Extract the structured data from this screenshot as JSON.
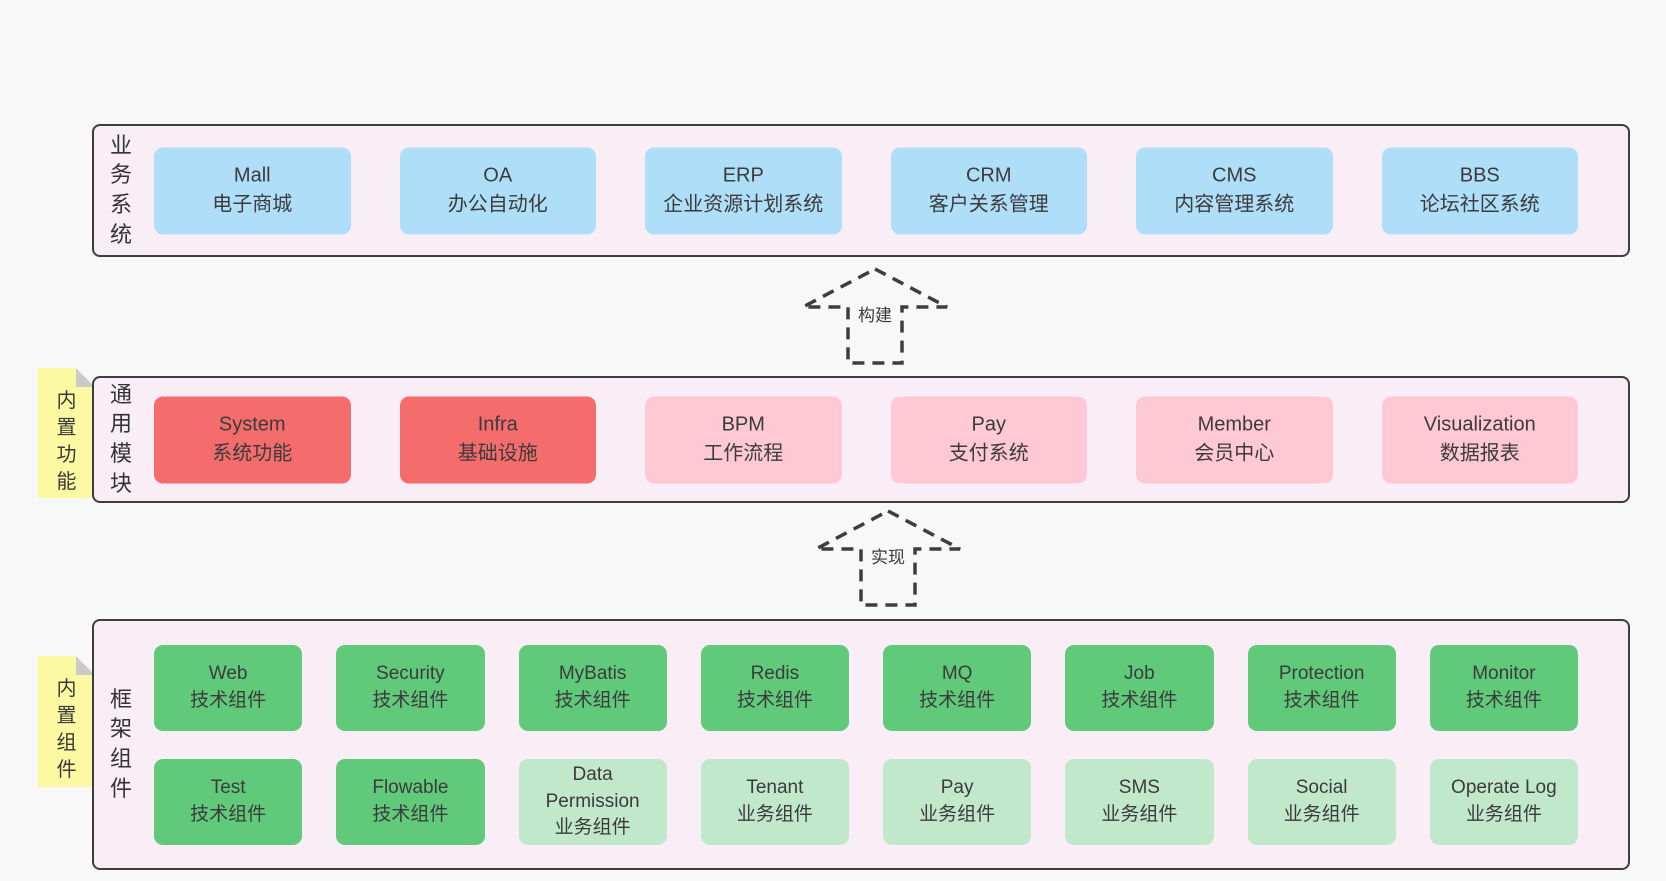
{
  "colors": {
    "page_bg": "#f8f8f8",
    "band_bg": "#f9edf6",
    "band_border": "#3d3d3d",
    "box_blue": "#afdef9",
    "box_red": "#f56c6c",
    "box_pink": "#fec9d4",
    "box_green": "#61c97a",
    "box_green_light": "#c2e8cb",
    "note_yellow": "#fbf9a1",
    "note_fold_gray": "#c9c9c9",
    "text": "#3b3b3b"
  },
  "business_band": {
    "label": "业务系统",
    "boxes": [
      {
        "name": "Mall",
        "desc": "电子商城"
      },
      {
        "name": "OA",
        "desc": "办公自动化"
      },
      {
        "name": "ERP",
        "desc": "企业资源计划系统"
      },
      {
        "name": "CRM",
        "desc": "客户关系管理"
      },
      {
        "name": "CMS",
        "desc": "内容管理系统"
      },
      {
        "name": "BBS",
        "desc": "论坛社区系统"
      }
    ]
  },
  "arrow_build": {
    "label": "构建"
  },
  "module_band": {
    "label": "通用模块",
    "note": "内置功能",
    "boxes": [
      {
        "name": "System",
        "desc": "系统功能"
      },
      {
        "name": "Infra",
        "desc": "基础设施"
      },
      {
        "name": "BPM",
        "desc": "工作流程"
      },
      {
        "name": "Pay",
        "desc": "支付系统"
      },
      {
        "name": "Member",
        "desc": "会员中心"
      },
      {
        "name": "Visualization",
        "desc": "数据报表"
      }
    ]
  },
  "arrow_implement": {
    "label": "实现"
  },
  "component_band": {
    "label": "框架组件",
    "note": "内置组件",
    "row1": [
      {
        "name": "Web",
        "desc": "技术组件"
      },
      {
        "name": "Security",
        "desc": "技术组件"
      },
      {
        "name": "MyBatis",
        "desc": "技术组件"
      },
      {
        "name": "Redis",
        "desc": "技术组件"
      },
      {
        "name": "MQ",
        "desc": "技术组件"
      },
      {
        "name": "Job",
        "desc": "技术组件"
      },
      {
        "name": "Protection",
        "desc": "技术组件"
      },
      {
        "name": "Monitor",
        "desc": "技术组件"
      }
    ],
    "row2": [
      {
        "name": "Test",
        "desc": "技术组件"
      },
      {
        "name": "Flowable",
        "desc": "技术组件"
      },
      {
        "name": "Data Permission",
        "desc": "业务组件"
      },
      {
        "name": "Tenant",
        "desc": "业务组件"
      },
      {
        "name": "Pay",
        "desc": "业务组件"
      },
      {
        "name": "SMS",
        "desc": "业务组件"
      },
      {
        "name": "Social",
        "desc": "业务组件"
      },
      {
        "name": "Operate Log",
        "desc": "业务组件"
      }
    ]
  }
}
